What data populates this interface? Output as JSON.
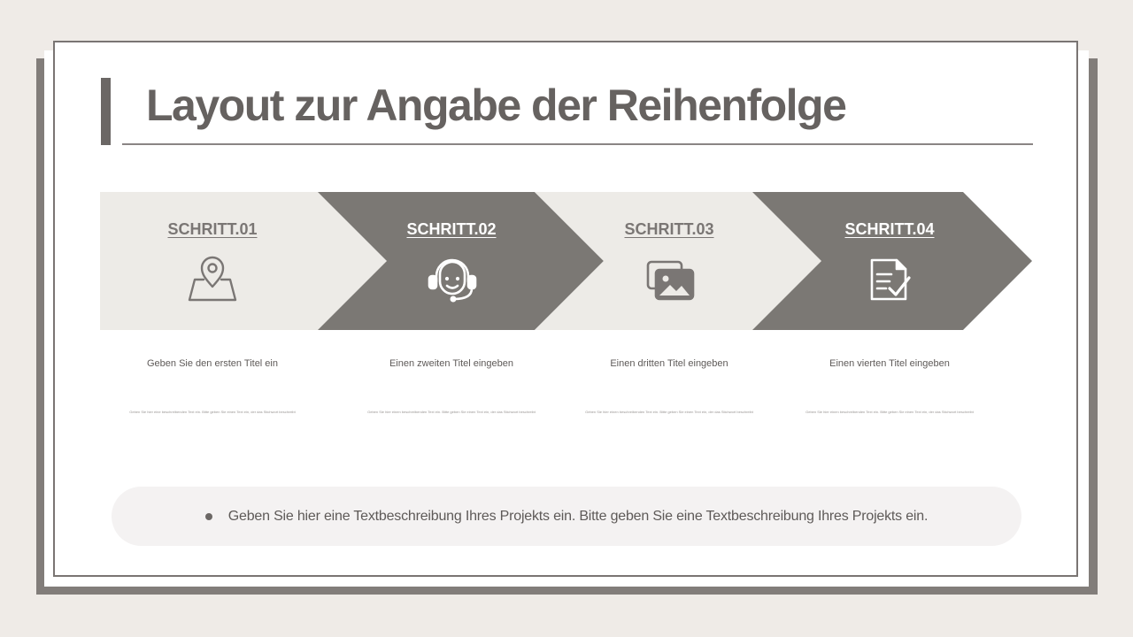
{
  "slide": {
    "title": "Layout zur Angabe der Reihenfolge",
    "colors": {
      "dark": "#7b7874",
      "light": "#edebe7",
      "text": "#666260"
    },
    "steps": [
      {
        "label": "SCHRITT.01",
        "icon": "map-pin-icon",
        "title": "Geben Sie den ersten Titel ein",
        "description": "Geben Sie hier eine beschreibenden Text ein. Bitte geben Sie einen Text ein, der das Stichwort beschreibt"
      },
      {
        "label": "SCHRITT.02",
        "icon": "headset-support-icon",
        "title": "Einen zweiten Titel eingeben",
        "description": "Geben Sie hier einen beschreibenden Text ein. Bitte geben Sie einen Text ein, der das Stichwort beschreibt"
      },
      {
        "label": "SCHRITT.03",
        "icon": "image-gallery-icon",
        "title": "Einen dritten Titel eingeben",
        "description": "Geben Sie hier einen beschreibenden Text ein. Bitte geben Sie einen Text ein, der das Stichwort beschreibt"
      },
      {
        "label": "SCHRITT.04",
        "icon": "document-check-icon",
        "title": "Einen vierten Titel eingeben",
        "description": "Geben Sie hier einen beschreibenden Text ein. Bitte geben Sie einen Text ein, der das Stichwort beschreibt"
      }
    ],
    "summary": "Geben Sie hier eine Textbeschreibung Ihres Projekts ein. Bitte geben Sie eine Textbeschreibung Ihres Projekts ein."
  }
}
